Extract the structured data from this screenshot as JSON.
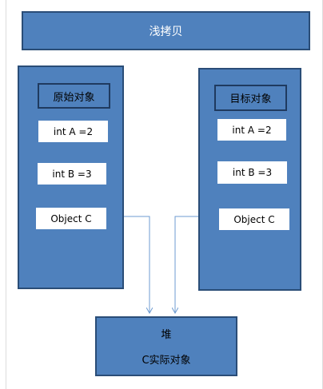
{
  "title": "浅拷贝",
  "source": {
    "label": "原始对象",
    "fields": [
      "int A =2",
      "int B =3",
      "Object C"
    ]
  },
  "target": {
    "label": "目标对象",
    "fields": [
      "int A =2",
      "int B =3",
      "Object C"
    ]
  },
  "heap": {
    "title": "堆",
    "subtitle": "C实际对象"
  },
  "colors": {
    "box_fill": "#4f81bd",
    "box_border": "#2a4d77",
    "field_fill": "#ffffff",
    "connector": "#6e9bd1"
  }
}
